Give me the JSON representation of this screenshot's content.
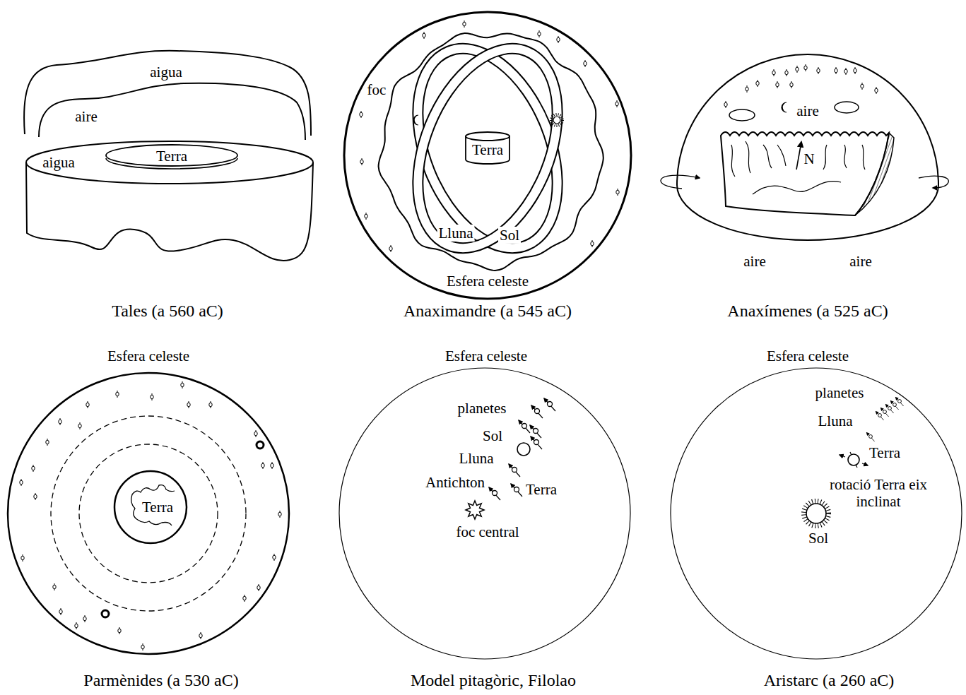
{
  "diagram": {
    "nodes": [
      {
        "text": [
          "Terra"
        ]
      },
      {
        "text": [
          "Esfera celeste"
        ]
      },
      {
        "text": [
          "Terra"
        ],
        "in": 1
      },
      {
        "text": [
          "Esfera celeste"
        ]
      },
      {
        "text": [
          "Terra"
        ],
        "in": 3
      },
      {
        "text": [
          "Esfera celeste"
        ]
      },
      {
        "text": [
          "Esfera celeste"
        ]
      }
    ],
    "labels": [
      "aigua",
      "aire",
      "aigua",
      "Tales (a 560 aC)",
      "foc",
      "Lluna",
      "Sol",
      "Anaximandre (a 545 aC)",
      "aire",
      "N",
      "aire",
      "aire",
      "Anaxímenes (a 525 aC)",
      "Parmènides (a 530 aC)",
      "planetes",
      "Sol",
      "Lluna",
      "Antichton",
      "Terra",
      "foc central",
      "Model pitagòric, Filolao",
      "planetes",
      "Lluna",
      "Terra",
      "rotació Terra eix inclinat",
      "Sol",
      "Aristarc (a 260 aC)"
    ]
  }
}
